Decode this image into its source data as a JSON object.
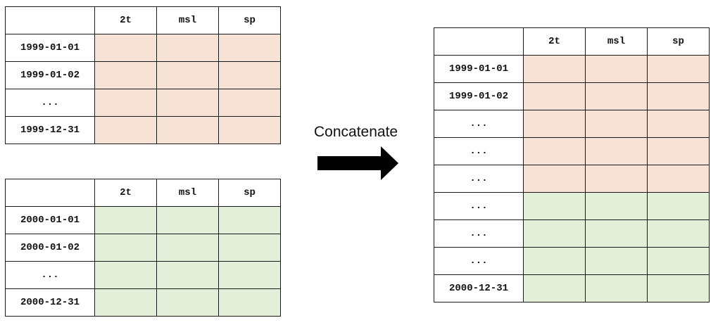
{
  "colors": {
    "block_1999": "#f6e3d6",
    "block_2000": "#e4efd9",
    "border": "#1a1a1a",
    "arrow": "#000000"
  },
  "arrow_label": "Concatenate",
  "tables": {
    "t1999": {
      "columns": [
        "2t",
        "msl",
        "sp"
      ],
      "rows": [
        {
          "index": "1999-01-01",
          "block": "1999"
        },
        {
          "index": "1999-01-02",
          "block": "1999"
        },
        {
          "index": "...",
          "block": "1999"
        },
        {
          "index": "1999-12-31",
          "block": "1999"
        }
      ]
    },
    "t2000": {
      "columns": [
        "2t",
        "msl",
        "sp"
      ],
      "rows": [
        {
          "index": "2000-01-01",
          "block": "2000"
        },
        {
          "index": "2000-01-02",
          "block": "2000"
        },
        {
          "index": "...",
          "block": "2000"
        },
        {
          "index": "2000-12-31",
          "block": "2000"
        }
      ]
    },
    "result": {
      "columns": [
        "2t",
        "msl",
        "sp"
      ],
      "rows": [
        {
          "index": "1999-01-01",
          "block": "1999"
        },
        {
          "index": "1999-01-02",
          "block": "1999"
        },
        {
          "index": "...",
          "block": "1999"
        },
        {
          "index": "...",
          "block": "1999"
        },
        {
          "index": "...",
          "block": "1999"
        },
        {
          "index": "...",
          "block": "2000"
        },
        {
          "index": "...",
          "block": "2000"
        },
        {
          "index": "...",
          "block": "2000"
        },
        {
          "index": "2000-12-31",
          "block": "2000"
        }
      ]
    }
  }
}
